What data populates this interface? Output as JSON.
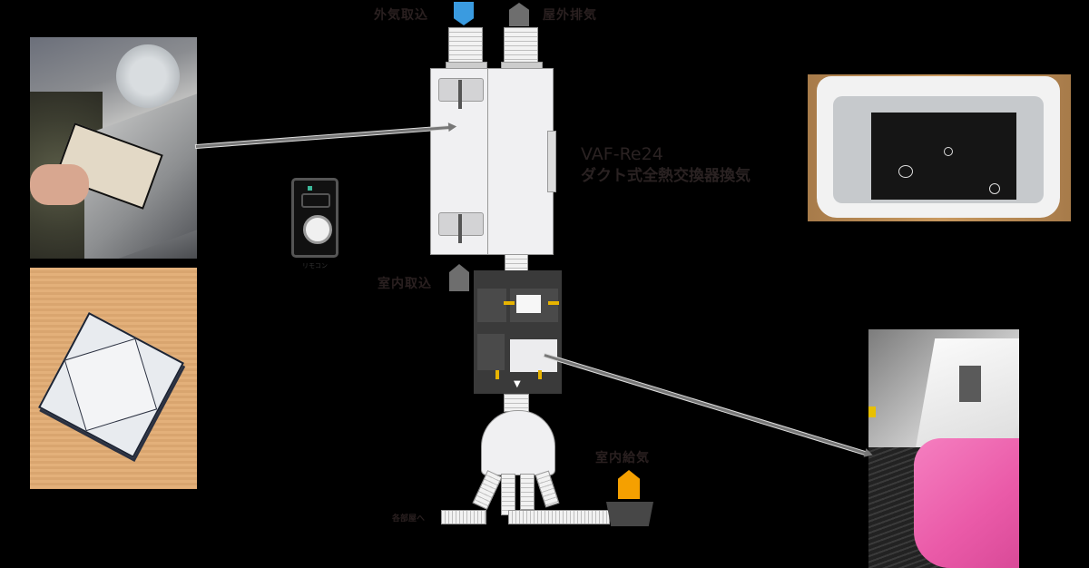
{
  "labels": {
    "outdoor_intake": "外気取込",
    "outdoor_exhaust": "屋外排気",
    "indoor_intake": "室内取込",
    "indoor_supply": "室内給気",
    "to_each_room": "各部屋へ",
    "remote": "リモコン"
  },
  "product": {
    "model": "VAF-Re24",
    "description": "ダクト式全熱交換器換気"
  },
  "photos": [
    {
      "name": "filter-removal-photo",
      "caption": ""
    },
    {
      "name": "filter-photo",
      "caption": ""
    },
    {
      "name": "heat-exchanger-washing-photo",
      "caption": ""
    },
    {
      "name": "filter-unit-removal-photo",
      "caption": ""
    }
  ],
  "colors": {
    "intake_flag": "#3a9be0",
    "exhaust_flag": "#6e6e6e",
    "supply_flag": "#f5a000",
    "yellow_latch": "#e8b400",
    "unit_body": "#efefef",
    "filter_box": "#3a3a3a"
  }
}
